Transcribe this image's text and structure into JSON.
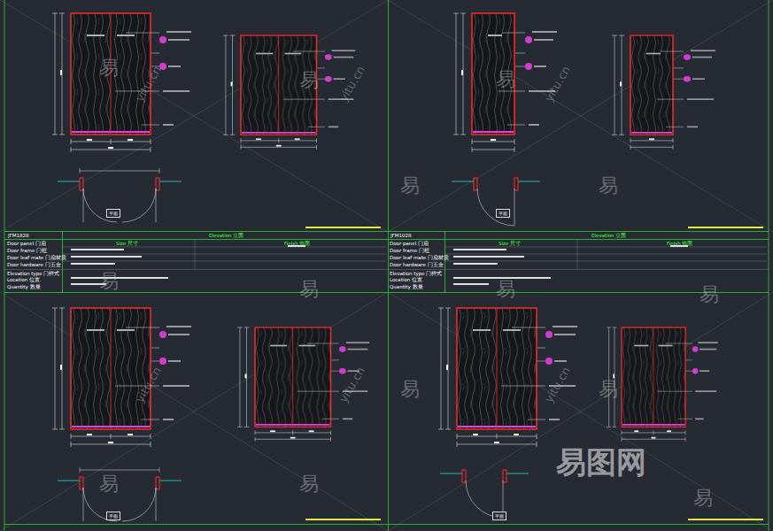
{
  "diagram": {
    "nodes": [
      {
        "text": [
          "JFM1828"
        ]
      },
      {
        "text": [
          "Elevation 立面"
        ]
      },
      {
        "text": [
          "Size 尺寸"
        ]
      },
      {
        "text": [
          "Finish 饰面"
        ]
      },
      {
        "text": [
          "JFM1028"
        ]
      },
      {
        "text": [
          "Elevation 立面"
        ]
      },
      {
        "text": [
          "Size 尺寸"
        ]
      },
      {
        "text": [
          "Finish 饰面"
        ]
      },
      {
        "text": [
          "平面"
        ]
      },
      {
        "text": [
          "平面"
        ]
      },
      {
        "text": [
          "平面"
        ]
      },
      {
        "text": [
          "平面"
        ]
      }
    ],
    "labels": [
      "Door panel 门扇",
      "Door frame 门框",
      "Door leaf mate 门扇材质",
      "Door hardware 门五金",
      "Elevation type 门样式",
      "Location 位置",
      "Quantity 数量",
      "Door panel 门扇",
      "Door frame 门框",
      "Door leaf mate 门扇材质",
      "Door hardware 门五金",
      "Elevation type 门样式",
      "Location 位置",
      "Quantity 数量",
      "易",
      "易",
      "易",
      "易",
      "易",
      "易",
      "易",
      "易",
      "易",
      "易",
      "易",
      "易",
      "易",
      "易",
      "yitu.cn",
      "yitu.cn",
      "yitu.cn",
      "yitu.cn",
      "yitu.cn",
      "yitu.cn",
      "易图网"
    ]
  }
}
